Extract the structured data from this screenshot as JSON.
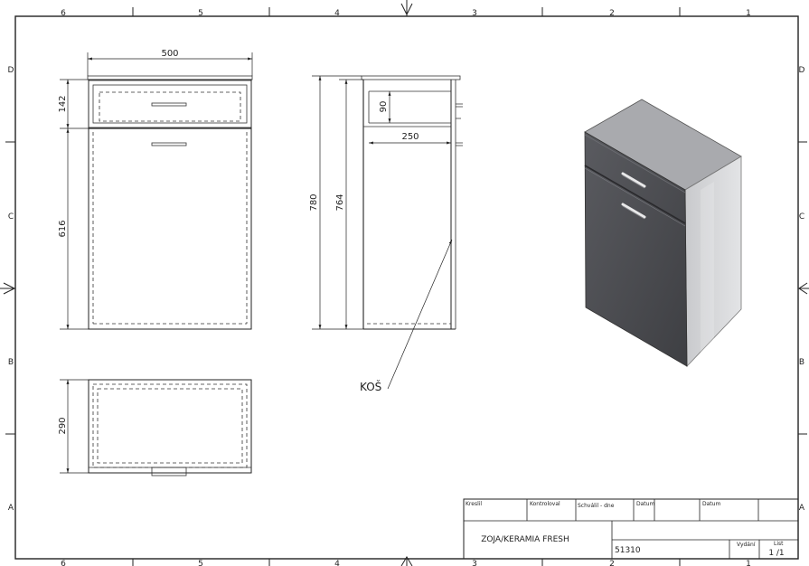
{
  "zones": {
    "columns": [
      "6",
      "5",
      "4",
      "3",
      "2",
      "1"
    ],
    "rows": [
      "D",
      "C",
      "B",
      "A"
    ]
  },
  "dimensions": {
    "front_width": "500",
    "drawer_height": "142",
    "door_height": "616",
    "side_total_height": "780",
    "side_body_height": "764",
    "inner_drawer_height": "90",
    "inner_depth": "250",
    "top_view_depth": "290"
  },
  "callout": {
    "basket_label": "KOŠ"
  },
  "title_block": {
    "drawn_label": "Kreslil",
    "checked_label": "Kontroloval",
    "approved_label": "Schválil - dne",
    "date_label_1": "Datum",
    "date_label_2": "Datum",
    "product_name": "ZOJA/KERAMIA FRESH",
    "drawing_number": "51310",
    "issue_label": "Vydání",
    "sheet_label": "List",
    "sheet_value": "1 /1"
  },
  "colors": {
    "cabinet_front": "#4d4e52",
    "cabinet_side": "#d4d5d8",
    "cabinet_top": "#a9aaae",
    "line": "#222222"
  }
}
